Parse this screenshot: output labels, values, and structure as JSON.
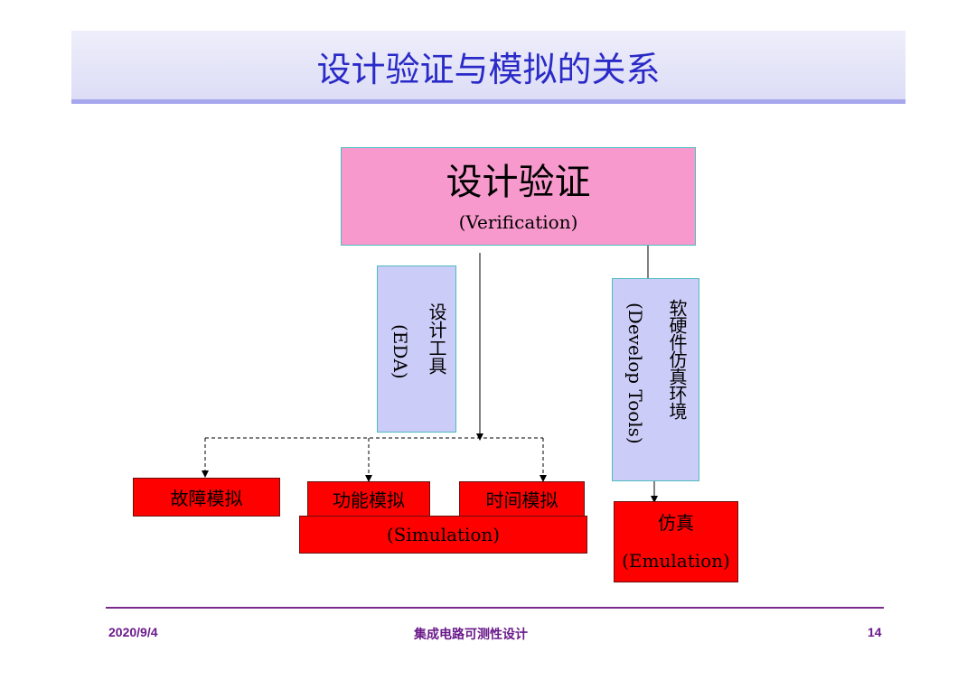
{
  "title": "设计验证与模拟的关系",
  "verification": {
    "zh": "设计验证",
    "en": "(Verification)"
  },
  "eda_tools": {
    "zh": "设计工具",
    "en": "(EDA)"
  },
  "develop_tools": {
    "zh": "软硬件仿真环境",
    "en": "(Develop Tools)"
  },
  "simulation": {
    "fault": "故障模拟",
    "functional": "功能模拟",
    "timing": "时间模拟",
    "en": "(Simulation)"
  },
  "emulation": {
    "zh": "仿真",
    "en": "(Emulation)"
  },
  "footer": {
    "date": "2020/9/4",
    "course": "集成电路可测性设计",
    "page": "14"
  },
  "colors": {
    "title_text": "#2a2ac8",
    "verification_box": "#f799cc",
    "tool_box": "#ccccf8",
    "result_box": "#ff0000",
    "footer": "#6a1a8a"
  }
}
